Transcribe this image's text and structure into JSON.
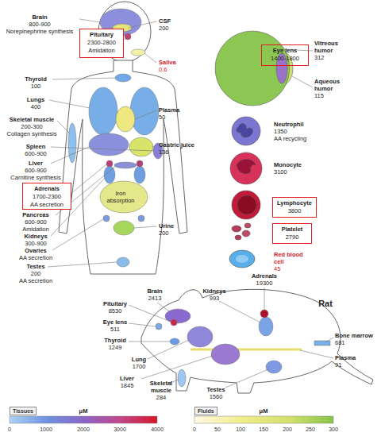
{
  "diagram": {
    "nodes": [
      {
        "text": [
          "Pituitary",
          "2300-2800",
          "Amidation"
        ]
      },
      {
        "text": [
          "Eye lens",
          "1400-1800"
        ]
      },
      {
        "text": [
          "Adrenals",
          "1700-2300",
          "AA secretion"
        ]
      },
      {
        "text": [
          "Lymphocyte",
          "3800"
        ]
      },
      {
        "text": [
          "Platelet",
          "2790"
        ]
      }
    ],
    "labels": [
      "Brain",
      "800-900",
      "Norepinephrine synthesis",
      "CSF",
      "200",
      "Saliva",
      "0.6",
      "Thyroid",
      "100",
      "Lungs",
      "400",
      "Plasma",
      "50",
      "Skeletal muscle",
      "200-300",
      "Collagen synthesis",
      "Spleen",
      "600-900",
      "Gastric juice",
      "136",
      "Liver",
      "600-900",
      "Carnitine synthesis",
      "Iron",
      "absorption",
      "Pancreas",
      "600-900",
      "Amidation",
      "Kidneys",
      "300-900",
      "Urine",
      "200",
      "Ovaries",
      "AA secretion",
      "Testes",
      "200",
      "AA secretion",
      "Vitreous",
      "humor",
      "312",
      "Aqueous",
      "humor",
      "115",
      "Neutrophil",
      "1350",
      "AA recycling",
      "Monocyte",
      "3100",
      "Red blood",
      "cell",
      "45",
      "Brain",
      "2413",
      "Adrenals",
      "19300",
      "Kidneys",
      "993",
      "Pituitary",
      "8530",
      "Rat",
      "Eye lens",
      "511",
      "Bone marrow",
      "681",
      "Thyroid",
      "1249",
      "Plasma",
      "91",
      "Lung",
      "1700",
      "Liver",
      "1845",
      "Skeletal",
      "muscle",
      "284",
      "Testes",
      "1560",
      "μM",
      "0",
      "1000",
      "2000",
      "3000",
      "4000",
      "μM",
      "0",
      "50",
      "100",
      "150",
      "200",
      "250",
      "300"
    ],
    "legend": [
      {
        "text": "Tissues"
      },
      {
        "text": "Fluids"
      }
    ]
  }
}
